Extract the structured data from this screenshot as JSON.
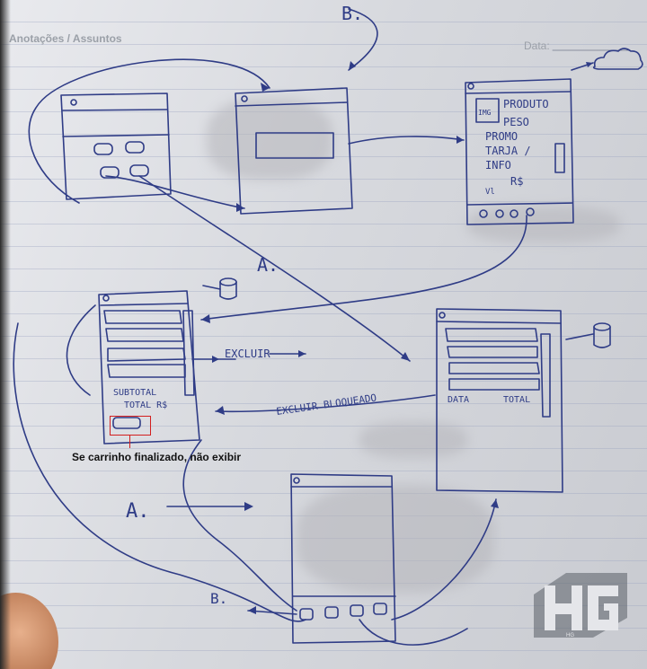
{
  "header": {
    "title": "Anotações / Assuntos",
    "date_label": "Data:"
  },
  "annotation": {
    "text": "Se carrinho finalizado, não exibir",
    "color": "#d21f1f"
  },
  "labels": {
    "b_top": "B.",
    "a_mid": "A.",
    "a_bottom": "A.",
    "b_bottom": "B.",
    "excluir": "EXCLUIR",
    "excluir_bloqueado": "EXCLUIR BLOQUEADO",
    "produto": "PRODUTO",
    "peso": "PESO",
    "promo": "PROMO",
    "tarja": "TARJA /",
    "info": "INFO",
    "img": "IMG",
    "rs": "R$",
    "vl": "Vl",
    "subtotal": "SUBTOTAL",
    "total": "TOTAL R$",
    "data_col": "DATA",
    "total_col": "TOTAL"
  },
  "watermark": {
    "letters": "HG"
  },
  "colors": {
    "ink": "#2f3c86",
    "paper": "#dcdee3",
    "highlight": "#d21f1f"
  }
}
